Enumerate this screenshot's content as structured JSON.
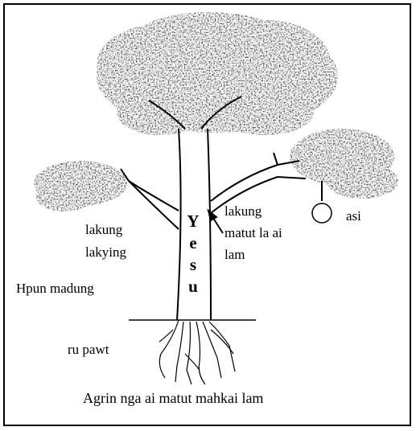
{
  "labels": {
    "left_branch_line1": "lakung",
    "left_branch_line2": "lakying",
    "trunk_side": "Hpun  madung",
    "roots": "ru pawt",
    "right_branch_line1": "lakung",
    "right_branch_line2": "matut la ai",
    "right_branch_line3": "lam",
    "fruit": "asi",
    "bottom_caption": "Agrin nga ai matut mahkai lam"
  },
  "trunk_letters": [
    "Y",
    "e",
    "s",
    "u"
  ],
  "colors": {
    "ink": "#000000",
    "background": "#ffffff"
  }
}
